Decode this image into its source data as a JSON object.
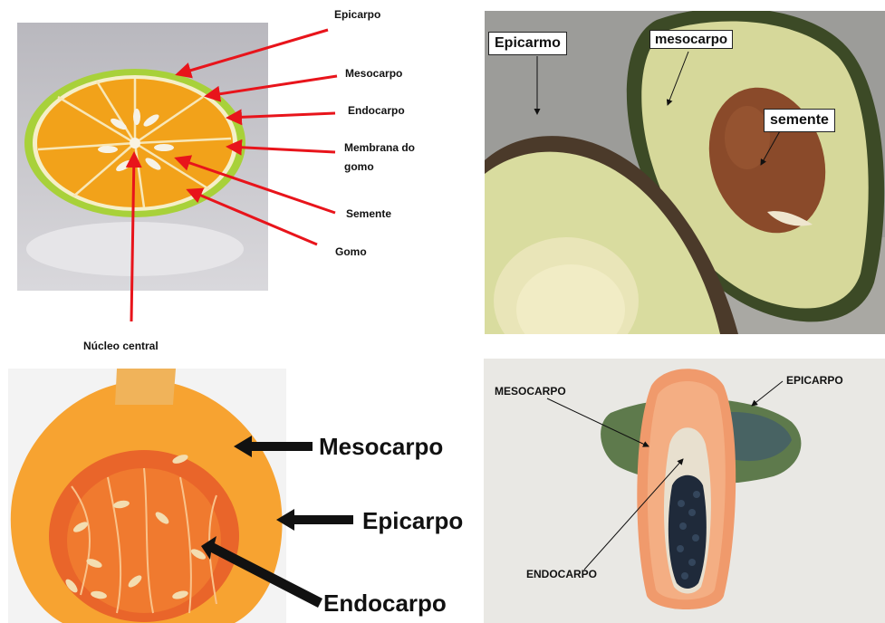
{
  "orange": {
    "labels": {
      "epicarpo": "Epicarpo",
      "mesocarpo": "Mesocarpo",
      "endocarpo": "Endocarpo",
      "membrana_line1": "Membrana do",
      "membrana_line2": "gomo",
      "semente": "Semente",
      "gomo": "Gomo",
      "nucleo": "Núcleo central"
    },
    "arrow_color": "#e8141b"
  },
  "avocado": {
    "labels": {
      "epicarmo": "Epicarmo",
      "mesocarpo": "mesocarpo",
      "semente": "semente"
    }
  },
  "pumpkin": {
    "labels": {
      "mesocarpo": "Mesocarpo",
      "epicarpo": "Epicarpo",
      "endocarpo": "Endocarpo"
    }
  },
  "papaya": {
    "labels": {
      "mesocarpo": "MESOCARPO",
      "epicarpo": "EPICARPO",
      "endocarpo": "ENDOCARPO"
    }
  },
  "colors": {
    "orange_rind": "#a8d13a",
    "orange_flesh": "#f2a21a",
    "avocado_flesh": "#d6d89a",
    "avocado_seed": "#8a4a2a",
    "pumpkin_flesh": "#f7a331",
    "papaya_flesh": "#f09a6c"
  }
}
